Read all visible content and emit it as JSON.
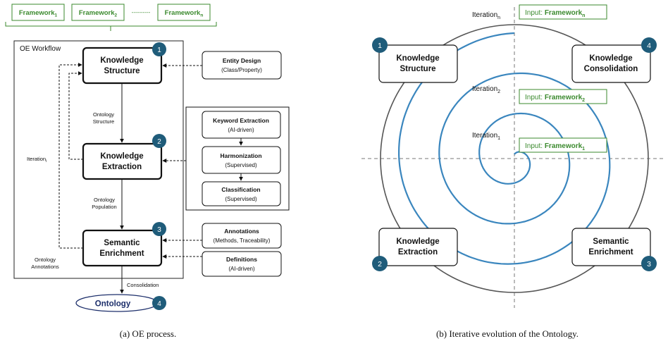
{
  "colors": {
    "green": "#3b8a2e",
    "teal": "#1f5c7a",
    "spiral": "#3a86be",
    "navy": "#1d2f6b",
    "dark": "#111111",
    "gray": "#555555"
  },
  "left": {
    "frameworks": [
      {
        "base": "Framework",
        "sub": "1"
      },
      {
        "base": "Framework",
        "sub": "2"
      },
      {
        "base": "Framework",
        "sub": "n"
      }
    ],
    "dash_separator": "----------",
    "workflow_title": "OE Workflow",
    "steps": [
      {
        "num": "1",
        "line1": "Knowledge",
        "line2": "Structure"
      },
      {
        "num": "2",
        "line1": "Knowledge",
        "line2": "Extraction"
      },
      {
        "num": "3",
        "line1": "Semantic",
        "line2": "Enrichment"
      }
    ],
    "between_labels": [
      {
        "line1": "Ontology",
        "line2": "Structure"
      },
      {
        "line1": "Ontology",
        "line2": "Population"
      }
    ],
    "iteration": {
      "base": "Iteration",
      "sub": "i"
    },
    "ontology_annotations": {
      "line1": "Ontology",
      "line2": "Annotations"
    },
    "consolidation": "Consolidation",
    "ontology": {
      "label": "Ontology",
      "num": "4"
    },
    "inputs": {
      "entity_design": {
        "title": "Entity Design",
        "sub": "(Class/Property)"
      },
      "extraction_group": [
        {
          "title": "Keyword Extraction",
          "sub": "(AI-driven)"
        },
        {
          "title": "Harmonization",
          "sub": "(Supervised)"
        },
        {
          "title": "Classification",
          "sub": "(Supervised)"
        }
      ],
      "annotations": {
        "title": "Annotations",
        "sub": "(Methods, Traceability)"
      },
      "definitions": {
        "title": "Definitions",
        "sub": "(AI-driven)"
      }
    },
    "caption": "(a) OE process."
  },
  "right": {
    "iterations": [
      {
        "base": "Iteration",
        "sub": "n"
      },
      {
        "base": "Iteration",
        "sub": "2"
      },
      {
        "base": "Iteration",
        "sub": "1"
      }
    ],
    "inputs": [
      {
        "prefix": "Input: ",
        "base": "Framework",
        "sub": "n"
      },
      {
        "prefix": "Input: ",
        "base": "Framework",
        "sub": "2"
      },
      {
        "prefix": "Input: ",
        "base": "Framework",
        "sub": "1"
      }
    ],
    "quadrants": [
      {
        "num": "1",
        "line1": "Knowledge",
        "line2": "Structure"
      },
      {
        "num": "4",
        "line1": "Knowledge",
        "line2": "Consolidation"
      },
      {
        "num": "2",
        "line1": "Knowledge",
        "line2": "Extraction"
      },
      {
        "num": "3",
        "line1": "Semantic",
        "line2": "Enrichment"
      }
    ],
    "caption": "(b) Iterative evolution of the Ontology."
  }
}
